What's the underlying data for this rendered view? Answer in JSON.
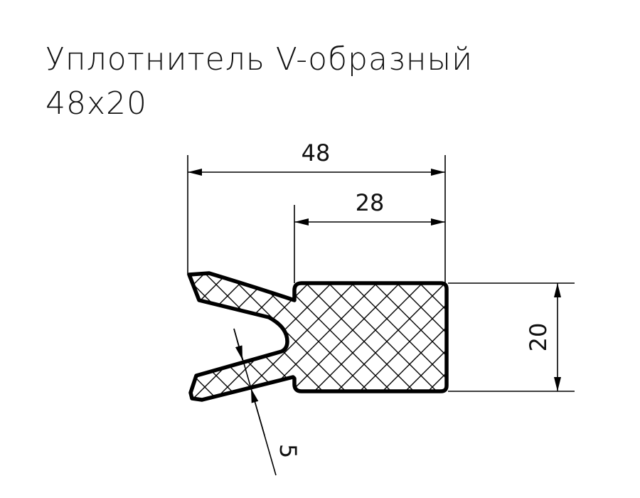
{
  "title": {
    "line1": "Уплотнитель V-образный",
    "line2": "48x20"
  },
  "dimensions": {
    "total_width": "48",
    "body_width": "28",
    "height": "20",
    "thickness": "5"
  }
}
